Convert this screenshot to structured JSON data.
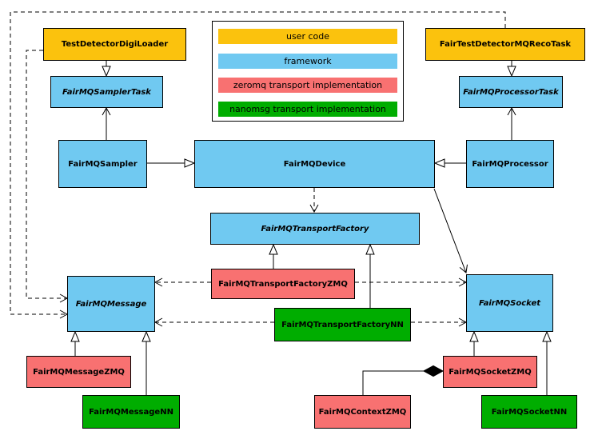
{
  "diagram_type": "UML class diagram",
  "nodes": {
    "testDetectorDigiLoader": {
      "label": "TestDetectorDigiLoader",
      "category": "user code",
      "color": "#FBC20D",
      "abstract": false
    },
    "fairTestDetectorMQRecoTask": {
      "label": "FairTestDetectorMQRecoTask",
      "category": "user code",
      "color": "#FBC20D",
      "abstract": false
    },
    "fairMQSamplerTask": {
      "label": "FairMQSamplerTask",
      "category": "framework",
      "color": "#70C9F1",
      "abstract": true
    },
    "fairMQProcessorTask": {
      "label": "FairMQProcessorTask",
      "category": "framework",
      "color": "#70C9F1",
      "abstract": true
    },
    "fairMQSampler": {
      "label": "FairMQSampler",
      "category": "framework",
      "color": "#70C9F1",
      "abstract": false
    },
    "fairMQDevice": {
      "label": "FairMQDevice",
      "category": "framework",
      "color": "#70C9F1",
      "abstract": false
    },
    "fairMQProcessor": {
      "label": "FairMQProcessor",
      "category": "framework",
      "color": "#70C9F1",
      "abstract": false
    },
    "fairMQTransportFactory": {
      "label": "FairMQTransportFactory",
      "category": "framework",
      "color": "#70C9F1",
      "abstract": true
    },
    "fairMQTransportFactoryZMQ": {
      "label": "FairMQTransportFactoryZMQ",
      "category": "zeromq transport implementation",
      "color": "#F87171",
      "abstract": false
    },
    "fairMQTransportFactoryNN": {
      "label": "FairMQTransportFactoryNN",
      "category": "nanomsg transport implementation",
      "color": "#00AD00",
      "abstract": false
    },
    "fairMQMessage": {
      "label": "FairMQMessage",
      "category": "framework",
      "color": "#70C9F1",
      "abstract": true
    },
    "fairMQSocket": {
      "label": "FairMQSocket",
      "category": "framework",
      "color": "#70C9F1",
      "abstract": true
    },
    "fairMQMessageZMQ": {
      "label": "FairMQMessageZMQ",
      "category": "zeromq transport implementation",
      "color": "#F87171",
      "abstract": false
    },
    "fairMQMessageNN": {
      "label": "FairMQMessageNN",
      "category": "nanomsg transport implementation",
      "color": "#00AD00",
      "abstract": false
    },
    "fairMQSocketZMQ": {
      "label": "FairMQSocketZMQ",
      "category": "zeromq transport implementation",
      "color": "#F87171",
      "abstract": false
    },
    "fairMQContextZMQ": {
      "label": "FairMQContextZMQ",
      "category": "zeromq transport implementation",
      "color": "#F87171",
      "abstract": false
    },
    "fairMQSocketNN": {
      "label": "FairMQSocketNN",
      "category": "nanomsg transport implementation",
      "color": "#00AD00",
      "abstract": false
    }
  },
  "legend": {
    "items": [
      {
        "label": "user code",
        "color": "#FBC20D"
      },
      {
        "label": "framework",
        "color": "#70C9F1"
      },
      {
        "label": "zeromq transport implementation",
        "color": "#F87171"
      },
      {
        "label": "nanomsg transport implementation",
        "color": "#00AD00"
      }
    ]
  },
  "relationships": [
    {
      "from": "TestDetectorDigiLoader",
      "to": "FairMQSamplerTask",
      "type": "inheritance"
    },
    {
      "from": "FairTestDetectorMQRecoTask",
      "to": "FairMQProcessorTask",
      "type": "inheritance"
    },
    {
      "from": "FairMQSampler",
      "to": "FairMQSamplerTask",
      "type": "directed-association"
    },
    {
      "from": "FairMQProcessor",
      "to": "FairMQProcessorTask",
      "type": "directed-association"
    },
    {
      "from": "FairMQSampler",
      "to": "FairMQDevice",
      "type": "inheritance"
    },
    {
      "from": "FairMQProcessor",
      "to": "FairMQDevice",
      "type": "inheritance"
    },
    {
      "from": "FairMQDevice",
      "to": "FairMQTransportFactory",
      "type": "dependency-dashed"
    },
    {
      "from": "FairMQDevice",
      "to": "FairMQSocket",
      "type": "directed-association"
    },
    {
      "from": "FairMQTransportFactoryZMQ",
      "to": "FairMQTransportFactory",
      "type": "inheritance"
    },
    {
      "from": "FairMQTransportFactoryNN",
      "to": "FairMQTransportFactory",
      "type": "inheritance"
    },
    {
      "from": "FairMQTransportFactoryZMQ",
      "to": "FairMQMessage",
      "type": "dependency-dashed"
    },
    {
      "from": "FairMQTransportFactoryZMQ",
      "to": "FairMQSocket",
      "type": "dependency-dashed"
    },
    {
      "from": "FairMQTransportFactoryNN",
      "to": "FairMQMessage",
      "type": "dependency-dashed"
    },
    {
      "from": "FairMQTransportFactoryNN",
      "to": "FairMQSocket",
      "type": "dependency-dashed"
    },
    {
      "from": "TestDetectorDigiLoader",
      "to": "FairMQMessage",
      "type": "dependency-dashed"
    },
    {
      "from": "FairTestDetectorMQRecoTask",
      "to": "FairMQMessage",
      "type": "dependency-dashed"
    },
    {
      "from": "FairMQMessageZMQ",
      "to": "FairMQMessage",
      "type": "inheritance"
    },
    {
      "from": "FairMQMessageNN",
      "to": "FairMQMessage",
      "type": "inheritance"
    },
    {
      "from": "FairMQSocketZMQ",
      "to": "FairMQSocket",
      "type": "inheritance"
    },
    {
      "from": "FairMQSocketNN",
      "to": "FairMQSocket",
      "type": "inheritance"
    },
    {
      "from": "FairMQContextZMQ",
      "to": "FairMQSocketZMQ",
      "type": "composition"
    }
  ]
}
